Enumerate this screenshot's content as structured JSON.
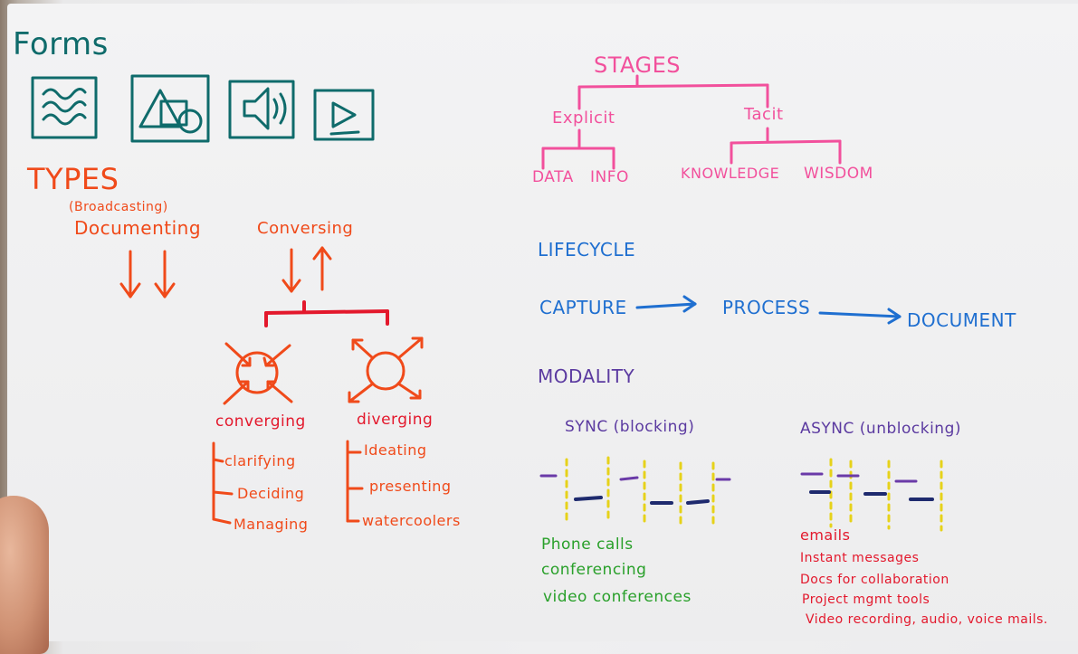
{
  "forms": {
    "title": "Forms",
    "icons": [
      "text-document-icon",
      "shapes-icon",
      "audio-speaker-icon",
      "video-play-icon"
    ]
  },
  "types": {
    "title": "TYPES",
    "broadcasting": "(Broadcasting)",
    "documenting": "Documenting",
    "conversing": "Conversing",
    "converging": {
      "label": "converging",
      "items": [
        "clarifying",
        "Deciding",
        "Managing"
      ]
    },
    "diverging": {
      "label": "diverging",
      "items": [
        "Ideating",
        "presenting",
        "watercoolers"
      ]
    }
  },
  "stages": {
    "title": "STAGES",
    "explicit": "Explicit",
    "tacit": "Tacit",
    "data": "DATA",
    "info": "INFO",
    "knowledge": "KNOWLEDGE",
    "wisdom": "WISDOM"
  },
  "lifecycle": {
    "title": "LIFECYCLE",
    "steps": [
      "CAPTURE",
      "PROCESS",
      "DOCUMENT"
    ]
  },
  "modality": {
    "title": "MODALITY",
    "sync": {
      "label": "SYNC (blocking)",
      "examples": [
        "Phone calls",
        "conferencing",
        "video conferences"
      ]
    },
    "async": {
      "label": "ASYNC (unblocking)",
      "examples": [
        "emails",
        "Instant messages",
        "Docs for collaboration",
        "Project mgmt tools",
        "Video recording, audio, voice mails."
      ]
    }
  },
  "colors": {
    "teal": "#0f6b6b",
    "orange": "#f04a1a",
    "pink": "#f2509c",
    "blue": "#1f6fd0",
    "purple": "#5b3aa0",
    "green": "#29a02a",
    "red": "#e3182c",
    "yellow": "#e6d21a"
  }
}
